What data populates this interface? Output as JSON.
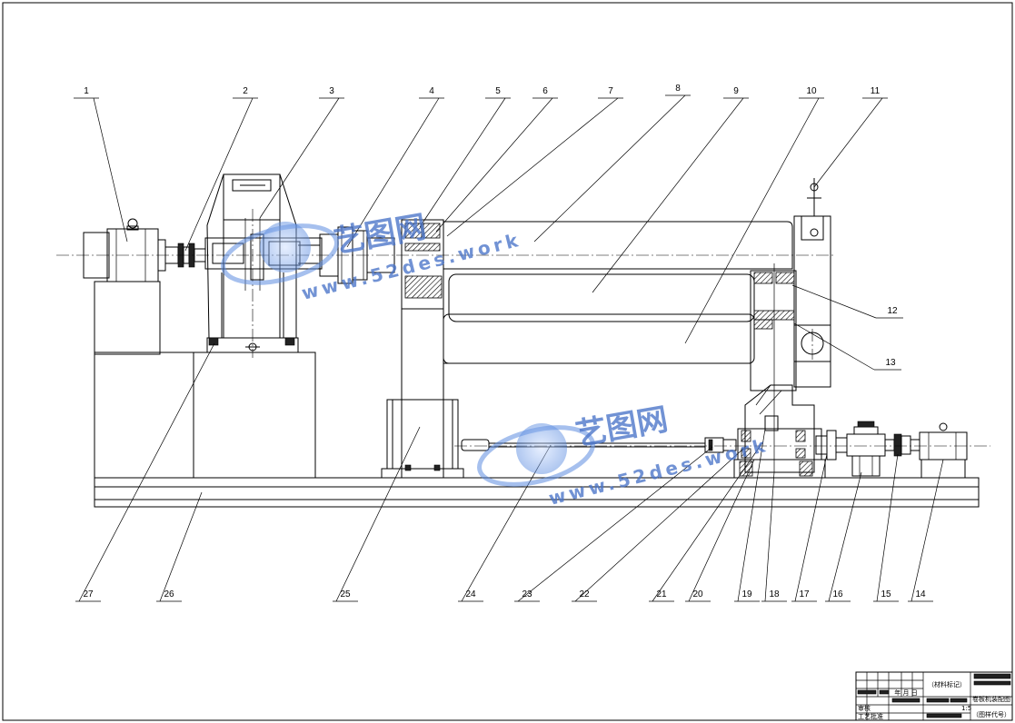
{
  "drawing": {
    "callouts": [
      "1",
      "2",
      "3",
      "4",
      "5",
      "6",
      "7",
      "8",
      "9",
      "10",
      "11",
      "12",
      "13",
      "14",
      "15",
      "16",
      "17",
      "18",
      "19",
      "20",
      "21",
      "22",
      "23",
      "24",
      "25",
      "26",
      "27"
    ]
  },
  "title_block": {
    "material_mark": "（材料标记）",
    "drawing_name": "卷板机装配图",
    "drawing_code": "（图样代号）",
    "cell_sign_date": "年 月 日",
    "cell_review": "审核",
    "cell_process": "工艺",
    "cell_approve": "批准",
    "scale_hint": "1:5"
  },
  "watermark": {
    "brand": "艺图网",
    "url": "www.52des.work"
  },
  "colors": {
    "line": "#000000",
    "watermark": "#4a74c9"
  }
}
